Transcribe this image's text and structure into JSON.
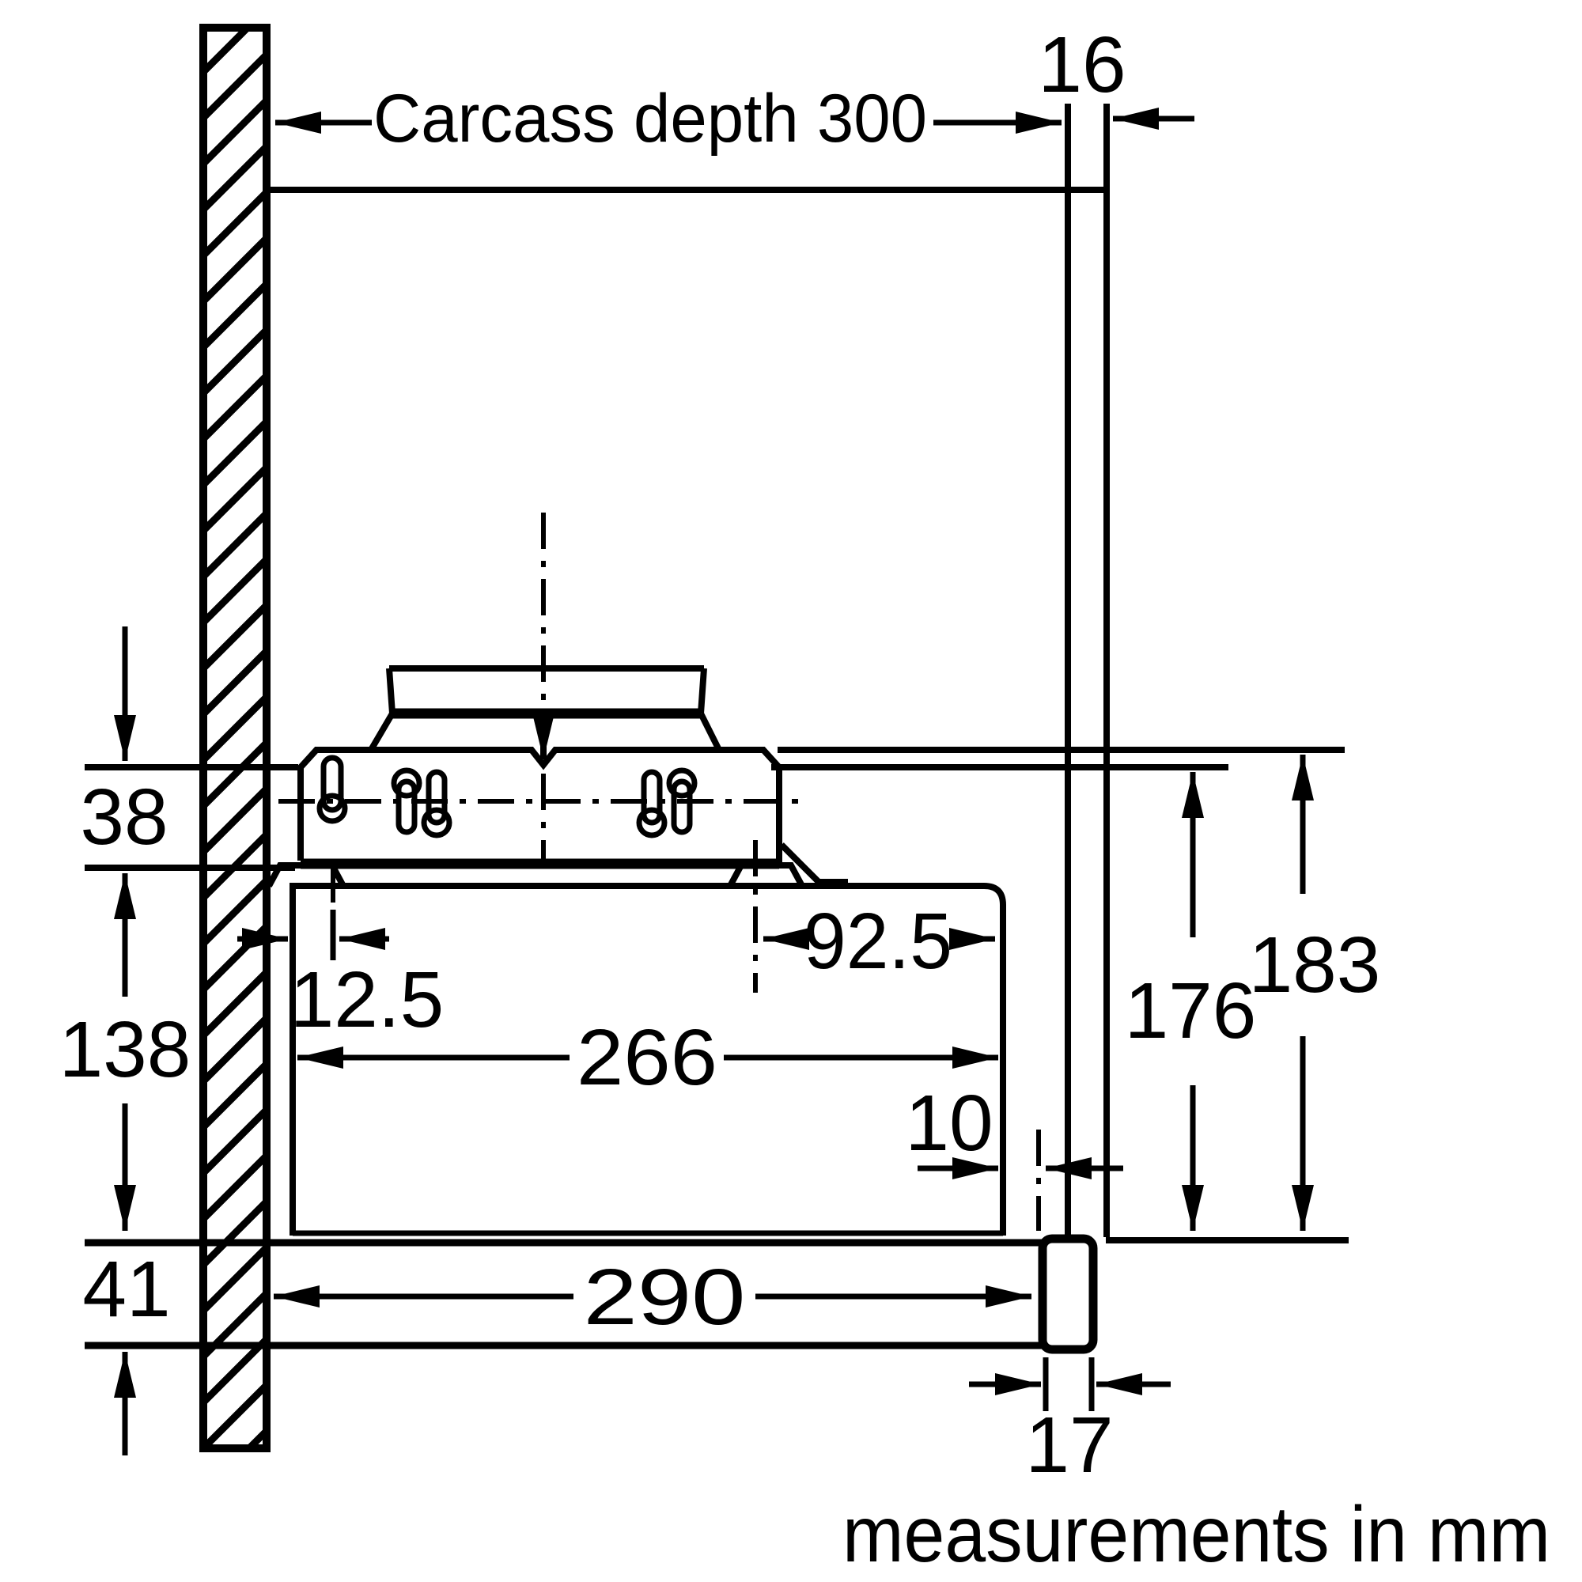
{
  "diagram": {
    "type": "appliance installation drawing, side section view",
    "units_note": "measurements in mm",
    "colors": {
      "line": "#000000",
      "background": "#ffffff"
    },
    "labels": {
      "carcass_depth": "Carcass depth 300",
      "panel_thickness": "16",
      "bracket_top_to_hood": "38",
      "hood_body_height": "138",
      "visor_rail_height": "41",
      "keyhole_rear_offset": "12.5",
      "hood_body_depth": "266",
      "keyhole_front_offset": "92.5",
      "hanging_height": "176",
      "overall_height": "183",
      "front_gap": "10",
      "visor_depth": "290",
      "end_cap_thickness": "17"
    }
  }
}
